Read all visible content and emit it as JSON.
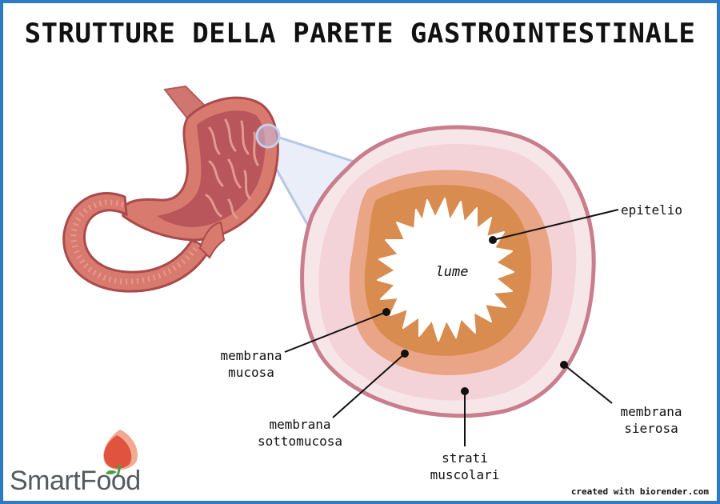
{
  "title": "STRUTTURE DELLA PARETE GASTROINTESTINALE",
  "labels": {
    "lumen": "lume",
    "epithelium": "epitelio",
    "mucosa": [
      "membrana",
      "mucosa"
    ],
    "submucosa": [
      "membrana",
      "sottomucosa"
    ],
    "muscular": [
      "strati",
      "muscolari"
    ],
    "serosa": [
      "membrana",
      "sierosa"
    ]
  },
  "logo": {
    "text": "SmartFood"
  },
  "credit": "created with biorender.com",
  "colors": {
    "border": "#2f7ac3",
    "serosa": "#c97e8d",
    "muscular": "#f3d3d8",
    "submucosa": "#e9a585",
    "mucosa": "#d88c4f",
    "stomach": "#d97a6f",
    "logo_red": "#e0533f",
    "logo_green": "#4aa04a"
  }
}
